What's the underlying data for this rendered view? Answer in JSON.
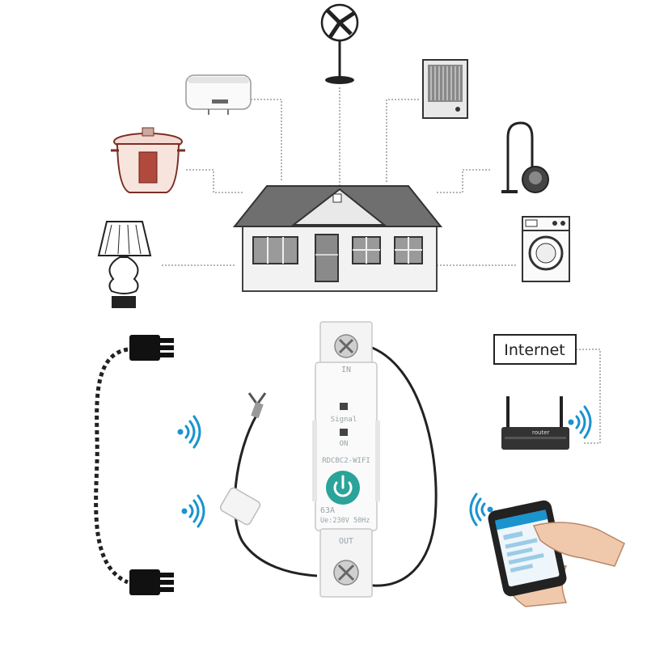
{
  "internet_label": "Internet",
  "router_label": "router",
  "breaker": {
    "in_label": "IN",
    "signal_label": "Signal",
    "on_label": "ON",
    "model_label": "RDCBC2-WIFI",
    "rating_label": "63A",
    "voltage_label": "Ue:230V 50Hz",
    "out_label": "OUT"
  },
  "appliances": [
    "fan-icon",
    "water-heater-icon",
    "radiator-heater-icon",
    "rice-cooker-icon",
    "vacuum-cleaner-icon",
    "table-lamp-icon",
    "washing-machine-icon"
  ],
  "colors": {
    "button": "#2aa39a",
    "wifi": "#1a93cf",
    "line": "#8a8a8a"
  }
}
